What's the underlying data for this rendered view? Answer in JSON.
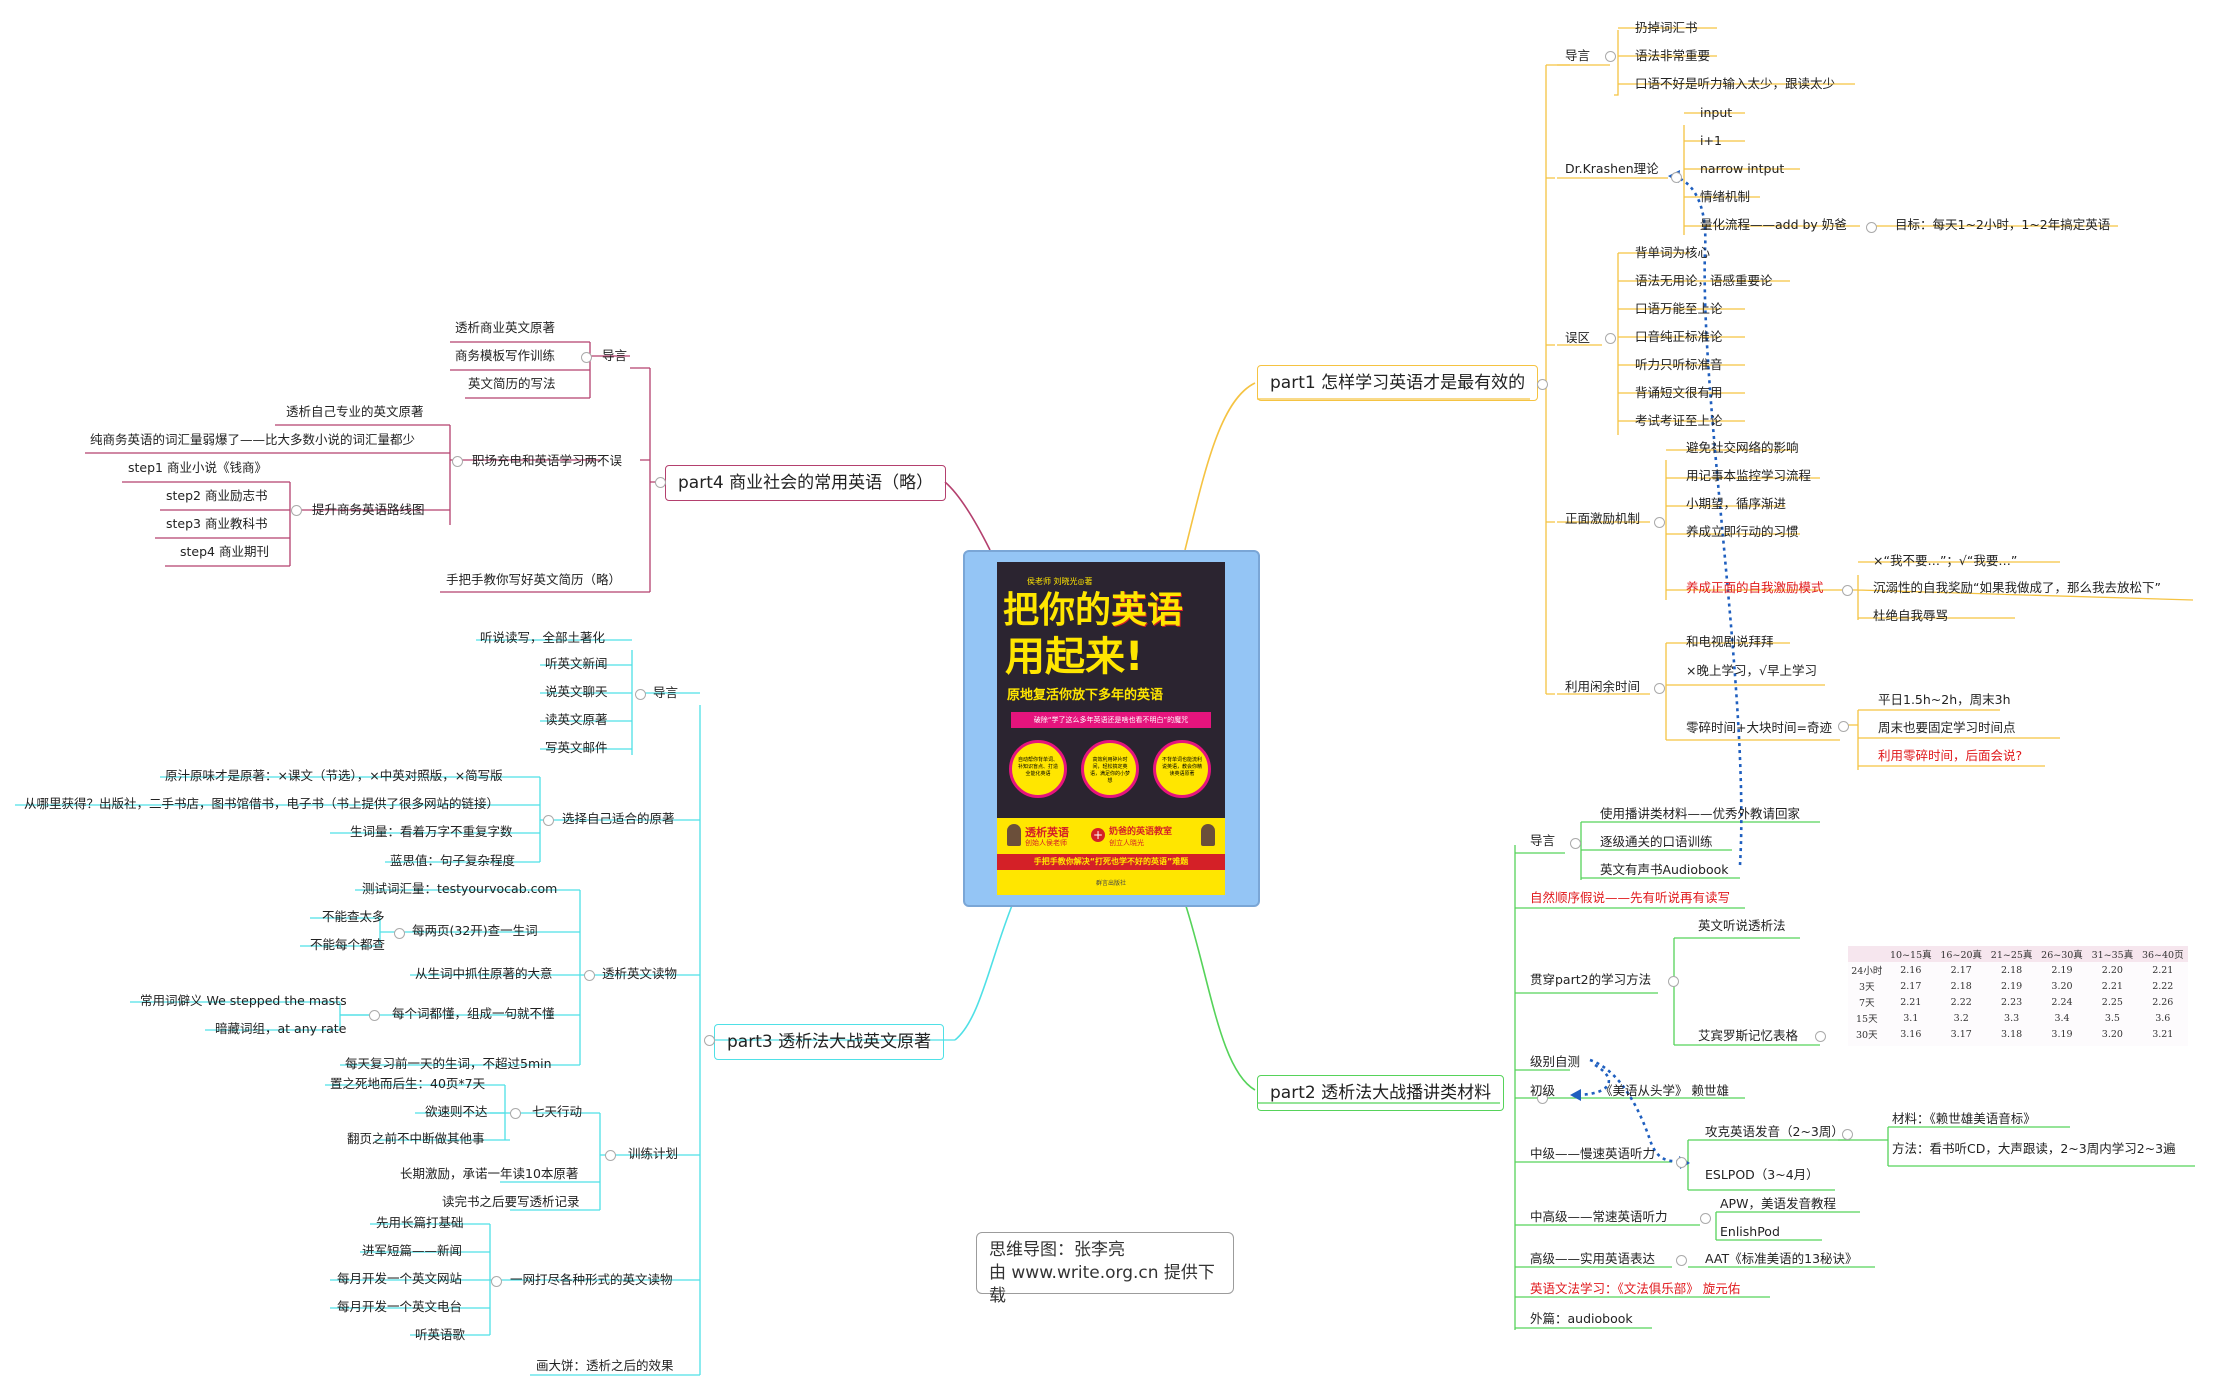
{
  "center": {
    "authors": "侯老师 刘晓光◎著",
    "title_line1_black": "把你的",
    "title_line1_red": "英语",
    "title_line2": "用起来!",
    "subtitle": "原地复活你放下多年的英语",
    "banner": "破除“学了这么多年英语还是啥也看不明白”的魔咒",
    "circles": [
      "自动帮你背单词、补知识盲点、打造全能化英语",
      "高效利用碎片时间，轻松搞定英语，满足你的小梦想",
      "不背单词也能流利说英语，教会你精读英语原著"
    ],
    "promo_left_title": "透析英语",
    "promo_left_sub": "创始人侯老师",
    "promo_right_title": "奶爸的英语教室",
    "promo_right_sub": "创立人晓光",
    "bottom_band": "手把手教你解决“打死也学不好的英语”难题",
    "publisher": "群言出版社"
  },
  "branches": {
    "part1": "part1 怎样学习英语才是最有效的",
    "part2": "part2 透析法大战播讲类材料",
    "part3": "part3 透析法大战英文原著",
    "part4": "part4 商业社会的常用英语（略）"
  },
  "part1": {
    "intro": "导言",
    "intro_items": [
      "扔掉词汇书",
      "语法非常重要",
      "口语不好是听力输入太少，跟读太少"
    ],
    "krashen": "Dr.Krashen理论",
    "krashen_items": [
      "input",
      "i+1",
      "narrow intput",
      "情绪机制",
      "量化流程——add by 奶爸"
    ],
    "goal": "目标：每天1~2小时，1~2年搞定英语",
    "mistakes": "误区",
    "mistake_items": [
      "背单词为核心",
      "语法无用论，语感重要论",
      "口语万能至上论",
      "口音纯正标准论",
      "听力只听标准音",
      "背诵短文很有用",
      "考试考证至上论"
    ],
    "motivation": "正面激励机制",
    "motivation_items": [
      "避免社交网络的影响",
      "用记事本监控学习流程",
      "小期望，循序渐进",
      "养成立即行动的习惯",
      "养成正面的自我激励模式"
    ],
    "self_reward_items": [
      "×“我不要…”；√“我要…”",
      "沉溺性的自我奖励“如果我做成了，那么我去放松下”",
      "杜绝自我辱骂"
    ],
    "spare": "利用闲余时间",
    "spare_items": [
      "和电视剧说拜拜",
      "×晚上学习，√早上学习",
      "零碎时间+大块时间=奇迹"
    ],
    "fragment_items": [
      "平日1.5h~2h，周末3h",
      "周末也要固定学习时间点",
      "利用零碎时间，后面会说?"
    ]
  },
  "part2": {
    "intro": "导言",
    "intro_items": [
      "使用播讲类材料——优秀外教请回家",
      "逐级通关的口语训练",
      "英文有声书Audiobook"
    ],
    "natural_order": "自然顺序假说——先有听说再有读写",
    "method": "贯穿part2的学习方法",
    "method_items": [
      "英文听说透析法",
      "艾宾罗斯记忆表格"
    ],
    "level_test": "级别自测",
    "beginner": "初级",
    "beginner_item": "《美语从头学》 赖世雄",
    "intermediate": "中级——慢速英语听力",
    "intermediate_items": [
      "攻克英语发音（2~3周）",
      "ESLPOD（3~4月）"
    ],
    "pron_items": [
      "材料：《赖世雄美语音标》",
      "方法：看书听CD，大声跟读，2~3周内学习2~3遍"
    ],
    "upper": "中高级——常速英语听力",
    "upper_items": [
      "APW，美语发音教程",
      "EnlishPod"
    ],
    "advanced": "高级——实用英语表达",
    "advanced_item": "AAT《标准美语的13秘诀》",
    "grammar": "英语文法学习：《文法俱乐部》 旋元佑",
    "extra": "外篇：audiobook",
    "table_header": [
      "",
      "10~15真",
      "16~20真",
      "21~25真",
      "26~30真",
      "31~35真",
      "36~40页"
    ],
    "table_rows": [
      [
        "24小时",
        "2.16",
        "2.17",
        "2.18",
        "2.19",
        "2.20",
        "2.21"
      ],
      [
        "3天",
        "2.17",
        "2.18",
        "2.19",
        "3.20",
        "2.21",
        "2.22"
      ],
      [
        "7天",
        "2.21",
        "2.22",
        "2.23",
        "2.24",
        "2.25",
        "2.26"
      ],
      [
        "15天",
        "3.1",
        "3.2",
        "3.3",
        "3.4",
        "3.5",
        "3.6"
      ],
      [
        "30天",
        "3.16",
        "3.17",
        "3.18",
        "3.19",
        "3.20",
        "3.21"
      ]
    ]
  },
  "part3": {
    "intro": "导言",
    "intro_items": [
      "听说读写，全部土著化",
      "听英文新闻",
      "说英文聊天",
      "读英文原著",
      "写英文邮件"
    ],
    "choose": "选择自己适合的原著",
    "choose_items": [
      "原汁原味才是原著：×课文（节选），×中英对照版，×简写版",
      "从哪里获得？出版社，二手书店，图书馆借书，电子书（书上提供了很多网站的链接）",
      "生词量：看着万字不重复字数",
      "蓝思值：句子复杂程度"
    ],
    "analyze": "透析英文读物",
    "analyze_items": [
      "测试词汇量：testyourvocab.com",
      "每两页(32开)查一生词",
      "从生词中抓住原著的大意",
      "每个词都懂，组成一句就不懂",
      "每天复习前一天的生词，不超过5min"
    ],
    "twopage_items": [
      "不能查太多",
      "不能每个都查"
    ],
    "phrase_items": [
      "常用词僻义 We stepped the masts",
      "暗藏词组，at any rate"
    ],
    "training": "训练计划",
    "seven": "七天行动",
    "seven_items": [
      "置之死地而后生：40页*7天",
      "欲速则不达",
      "翻页之前不中断做其他事"
    ],
    "training_items": [
      "长期激励，承诺一年读10本原著",
      "读完书之后要写透析记录"
    ],
    "net": "一网打尽各种形式的英文读物",
    "net_items": [
      "先用长篇打基础",
      "进军短篇——新闻",
      "每月开发一个英文网站",
      "每月开发一个英文电台",
      "听英语歌"
    ],
    "effect": "画大饼：透析之后的效果"
  },
  "part4": {
    "intro": "导言",
    "intro_items": [
      "透析商业英文原著",
      "商务模板写作训练",
      "英文简历的写法"
    ],
    "career": "职场充电和英语学习两不误",
    "career_items": [
      "透析自己专业的英文原著",
      "纯商务英语的词汇量弱爆了——比大多数小说的词汇量都少"
    ],
    "roadmap": "提升商务英语路线图",
    "roadmap_items": [
      "step1 商业小说《钱商》",
      "step2 商业励志书",
      "step3 商业教科书",
      "step4 商业期刊"
    ],
    "resume": "手把手教你写好英文简历（略）"
  },
  "note": {
    "line1": "思维导图：张李亮",
    "line2": "由 www.write.org.cn 提供下载"
  },
  "colors": {
    "part1": "#f5c342",
    "part2": "#56d35a",
    "part3": "#4fe0e6",
    "part4": "#b4406e",
    "red_text": "#e0191c",
    "center_bg": "#94c5f5",
    "cover_yellow": "#ffe600",
    "cover_red": "#d42027",
    "cover_magenta": "#e5147d",
    "dotted_arrow": "#1f5fbf"
  }
}
